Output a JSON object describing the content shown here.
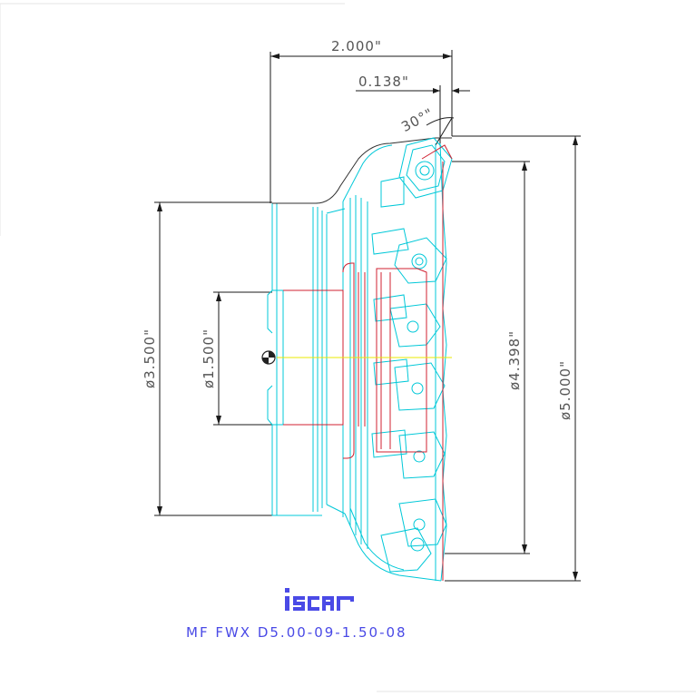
{
  "dimensions": {
    "length": "2.000\"",
    "insert_offset": "0.138\"",
    "angle": "30°\"",
    "shank_dia": "ø3.500\"",
    "bore_dia": "ø1.500\"",
    "dia_inner": "ø4.398\"",
    "dia_outer": "ø5.000\""
  },
  "logo": {
    "text": "iscar"
  },
  "model_code": "MF FWX D5.00-09-1.50-08",
  "colors": {
    "body_outline": "#00c8d8",
    "hidden_lines": "#d02030",
    "dimension_lines": "#1a1a1a",
    "center_line": "#e8e800",
    "text_blue": "#4a4ae6"
  }
}
